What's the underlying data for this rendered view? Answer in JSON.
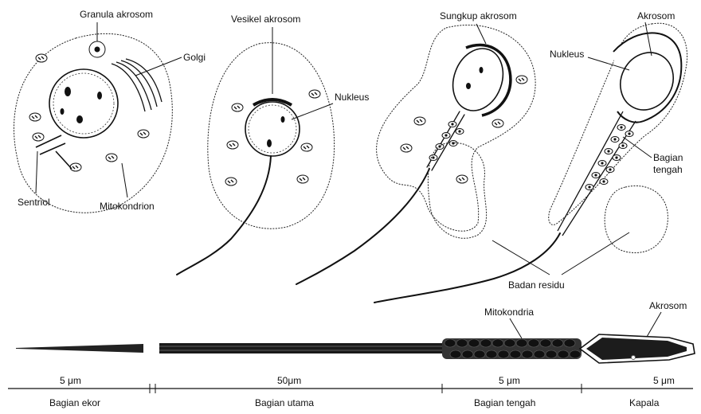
{
  "stage1": {
    "granula": "Granula akrosom",
    "golgi": "Golgi",
    "sentriol": "Sentriol",
    "mitokondrion": "Mitokondrion"
  },
  "stage2": {
    "vesikel": "Vesikel akrosom",
    "nukleus": "Nukleus"
  },
  "stage3": {
    "sungkup": "Sungkup akrosom"
  },
  "stage4": {
    "akrosom": "Akrosom",
    "nukleus": "Nukleus",
    "bagian_tengah": [
      "Bagian",
      "tengah"
    ],
    "badan_residu": "Badan residu"
  },
  "sperm": {
    "mitokondria": "Mitokondria",
    "akrosom": "Akrosom",
    "scales": [
      "5 μm",
      "50μm",
      "5 μm",
      "5 μm"
    ],
    "sections": [
      "Bagian ekor",
      "Bagian utama",
      "Bagian tengah",
      "Kapala"
    ]
  }
}
